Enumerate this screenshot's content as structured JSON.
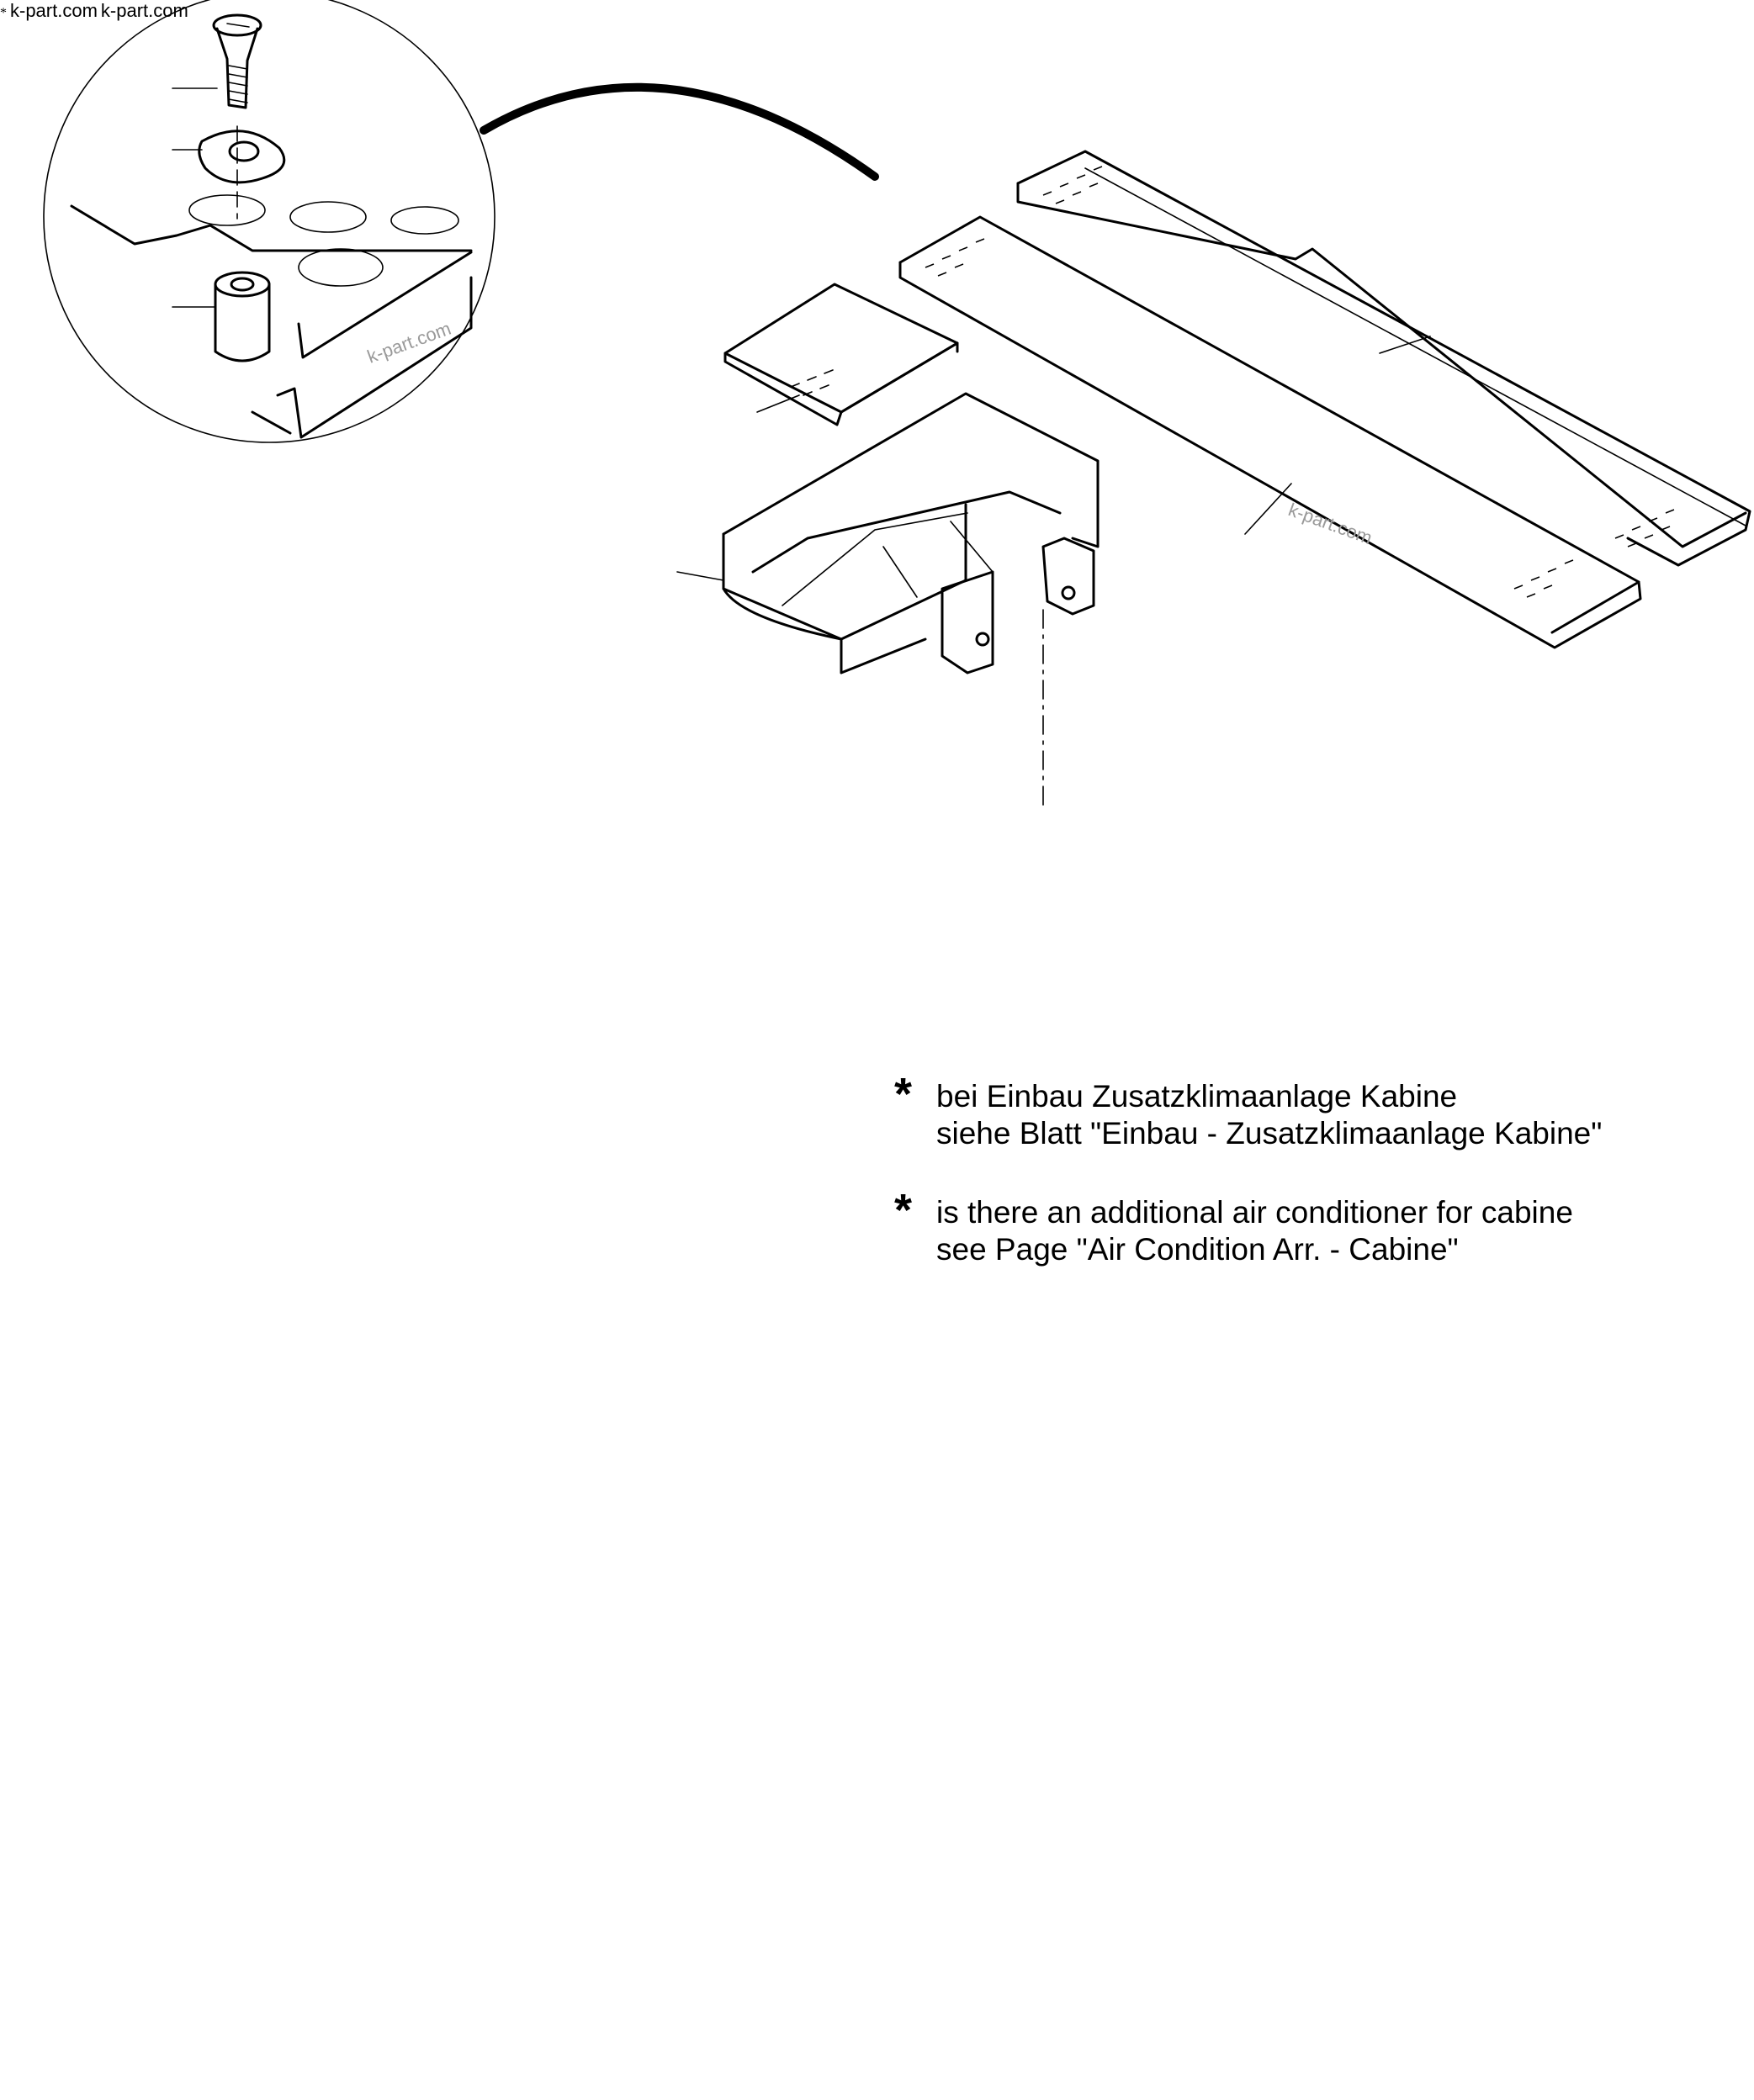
{
  "notes": [
    {
      "marker": "*",
      "line1": "bei Einbau Zusatzklimaanlage Kabine",
      "line2": "siehe Blatt \"Einbau - Zusatzklimaanlage Kabine\""
    },
    {
      "marker": "*",
      "line1": "is there an additional air conditioner for cabine",
      "line2": "see Page \"Air Condition Arr. - Cabine\""
    }
  ],
  "assembly_marker": "*",
  "watermark": "k-part.com"
}
